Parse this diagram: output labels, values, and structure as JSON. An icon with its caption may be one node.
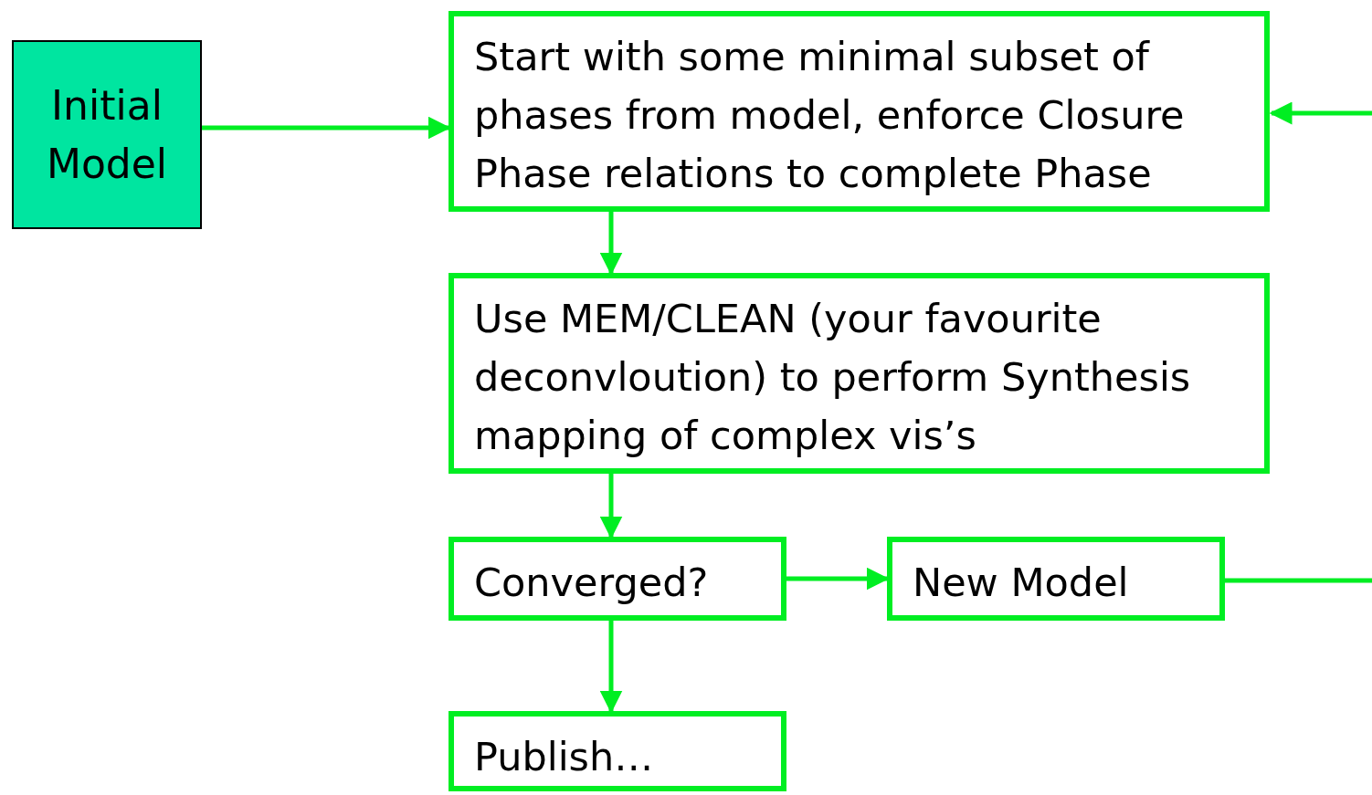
{
  "diagram": {
    "nodes": [
      {
        "text": [
          "Initial Model"
        ]
      },
      {
        "text": [
          "Start with some minimal subset of phases from model, enforce Closure Phase relations to complete Phase"
        ]
      },
      {
        "text": [
          "Use MEM/CLEAN (your favourite deconvloution) to perform Synthesis mapping of complex vis’s"
        ]
      },
      {
        "text": [
          "Converged?"
        ]
      },
      {
        "text": [
          "New Model"
        ]
      },
      {
        "text": [
          "Publish…"
        ]
      }
    ],
    "edges": [
      {
        "from": 0,
        "to": 1,
        "arrow": "to"
      },
      {
        "from": 1,
        "to": 2,
        "arrow": "to"
      },
      {
        "from": 2,
        "to": 3,
        "arrow": "to"
      },
      {
        "from": 3,
        "to": 4,
        "arrow": "to"
      },
      {
        "from": 3,
        "to": 5,
        "arrow": "to"
      },
      {
        "from": 4,
        "to": 1,
        "arrow": "to"
      }
    ]
  }
}
